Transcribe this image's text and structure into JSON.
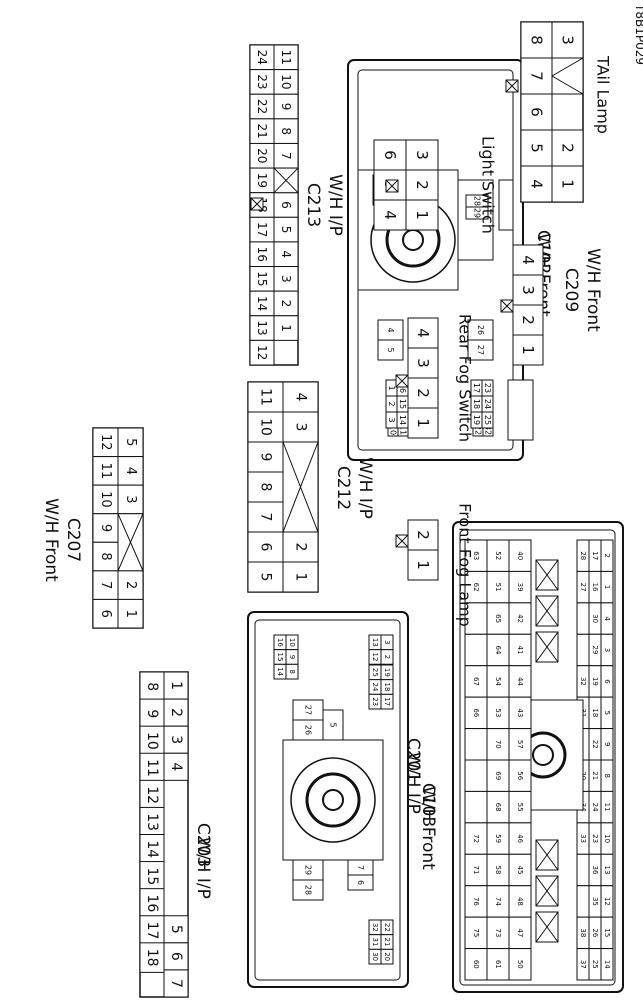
{
  "figure_code": "T8B1P029",
  "connectors": {
    "C102": {
      "id": "C102",
      "desc": "W/H Front",
      "pins": [
        "1",
        "2",
        "3",
        "4",
        "5",
        "6",
        "7",
        "8",
        "9",
        "10",
        "11",
        "12",
        "13",
        "14",
        "15",
        "16",
        "17",
        "18",
        "19",
        "20",
        "21",
        "22",
        "23",
        "24",
        "25",
        "26",
        "27",
        "28",
        "29",
        "30",
        "31",
        "32"
      ]
    },
    "C201": {
      "id": "C201",
      "desc": "W/H I/P",
      "pins": [
        "1",
        "2",
        "3",
        "4",
        "5",
        "6",
        "7",
        "8",
        "9",
        "10",
        "11",
        "12",
        "13",
        "14",
        "15",
        "16",
        "17",
        "18",
        "19",
        "20",
        "21",
        "22",
        "23",
        "24",
        "25",
        "26",
        "27",
        "28",
        "29",
        "30",
        "31",
        "32",
        "33",
        "34",
        "35",
        "36",
        "37",
        "38",
        "39",
        "40",
        "41",
        "42",
        "43",
        "44",
        "45",
        "46",
        "47",
        "48",
        "49",
        "50",
        "51",
        "52",
        "53",
        "54",
        "55",
        "56",
        "57",
        "58",
        "59",
        "60",
        "61",
        "62",
        "63",
        "64",
        "65",
        "66",
        "67",
        "68",
        "69",
        "70",
        "71",
        "72",
        "73",
        "74",
        "75",
        "76"
      ]
    },
    "C103": {
      "id": "C103",
      "desc": "W/H Front",
      "pins": [
        "1",
        "2",
        "3",
        "4",
        "5",
        "6",
        "7",
        "8",
        "9",
        "10",
        "11",
        "12",
        "13",
        "14",
        "15",
        "16",
        "17",
        "18",
        "19",
        "20",
        "21",
        "22",
        "23",
        "24",
        "25",
        "26",
        "27",
        "28",
        "29",
        "30",
        "31",
        "32"
      ]
    },
    "C212": {
      "id": "C212",
      "desc": "W/H I/P",
      "pins": [
        "1",
        "2",
        "3",
        "4",
        "5",
        "6",
        "7",
        "8",
        "9",
        "10",
        "11"
      ]
    },
    "C213": {
      "id": "C213",
      "desc": "W/H I/P",
      "pins": [
        "1",
        "2",
        "3",
        "4",
        "5",
        "6",
        "7",
        "8",
        "9",
        "10",
        "11",
        "12",
        "13",
        "14",
        "15",
        "16",
        "17",
        "18",
        "19",
        "20",
        "21",
        "22",
        "23",
        "24"
      ]
    },
    "C203": {
      "id": "C203",
      "desc": "W/H I/P",
      "pins": [
        "1",
        "2",
        "3",
        "4",
        "5",
        "6",
        "7",
        "8",
        "9",
        "10",
        "11",
        "12",
        "13",
        "14",
        "15",
        "16",
        "17",
        "18"
      ]
    },
    "C207": {
      "id": "C207",
      "desc": "W/H Front",
      "pins": [
        "1",
        "2",
        "3",
        "4",
        "5",
        "6",
        "7",
        "8",
        "9",
        "10",
        "11",
        "12"
      ]
    },
    "C209": {
      "id": "C209",
      "desc": "W/H Front",
      "pins": [
        "1",
        "2",
        "3",
        "4"
      ]
    },
    "front_fog": {
      "name": "Front Fog Lamp",
      "pins": [
        "1",
        "2"
      ]
    },
    "rear_fog": {
      "name": "Rear Fog Switch",
      "pins": [
        "1",
        "2",
        "3",
        "4"
      ]
    },
    "light_switch": {
      "name": "Light Switch",
      "pins": [
        "1",
        "2",
        "3",
        "4",
        "5",
        "6"
      ]
    },
    "tail_lamp": {
      "name": "TAil Lamp",
      "pins": [
        "1",
        "2",
        "3",
        "4",
        "5",
        "6",
        "7",
        "8"
      ]
    }
  }
}
